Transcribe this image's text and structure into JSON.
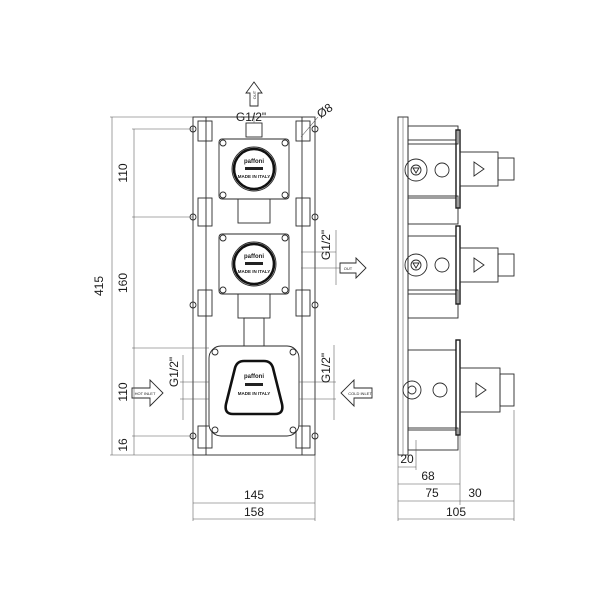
{
  "front_view": {
    "connection_top": "G1/2\"",
    "connection_right": "G1/2\"",
    "connection_left_lower": "G1/2\"",
    "connection_right_lower": "G1/2\"",
    "diameter": "Ø8",
    "arrow_top": "OUT",
    "arrow_right": "OUT",
    "arrow_left": "HOT INLET",
    "arrow_right_lower": "COLD INLET",
    "brand": "paffoni",
    "made_in": "MADE IN ITALY",
    "height_dims": [
      "110",
      "160",
      "110",
      "16"
    ],
    "overall_height": "415",
    "width_inner": "145",
    "width_outer": "158"
  },
  "side_view": {
    "dims": [
      "20",
      "68",
      "75",
      "30",
      "105"
    ]
  }
}
